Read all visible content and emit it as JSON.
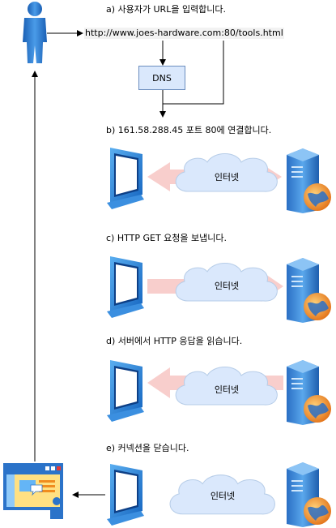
{
  "steps": {
    "a": "a) 사용자가 URL을 입력합니다.",
    "b": "b) 161.58.288.45 포트 80에 연결합니다.",
    "c": "c) HTTP GET 요청을 보냅니다.",
    "d": "d) 서버에서 HTTP 응답을 읽습니다.",
    "e": "e) 커넥션을 닫습니다."
  },
  "url": "http://www.joes-hardware.com:80/tools.html",
  "dns_label": "DNS",
  "cloud_label": "인터넷",
  "colors": {
    "arrow_pink": "#f8cecc",
    "monitor_blue": "#1e7fd8",
    "server_blue": "#2b73c9",
    "dns_fill": "#dae8fc",
    "globe_orange": "#f08c1e"
  }
}
